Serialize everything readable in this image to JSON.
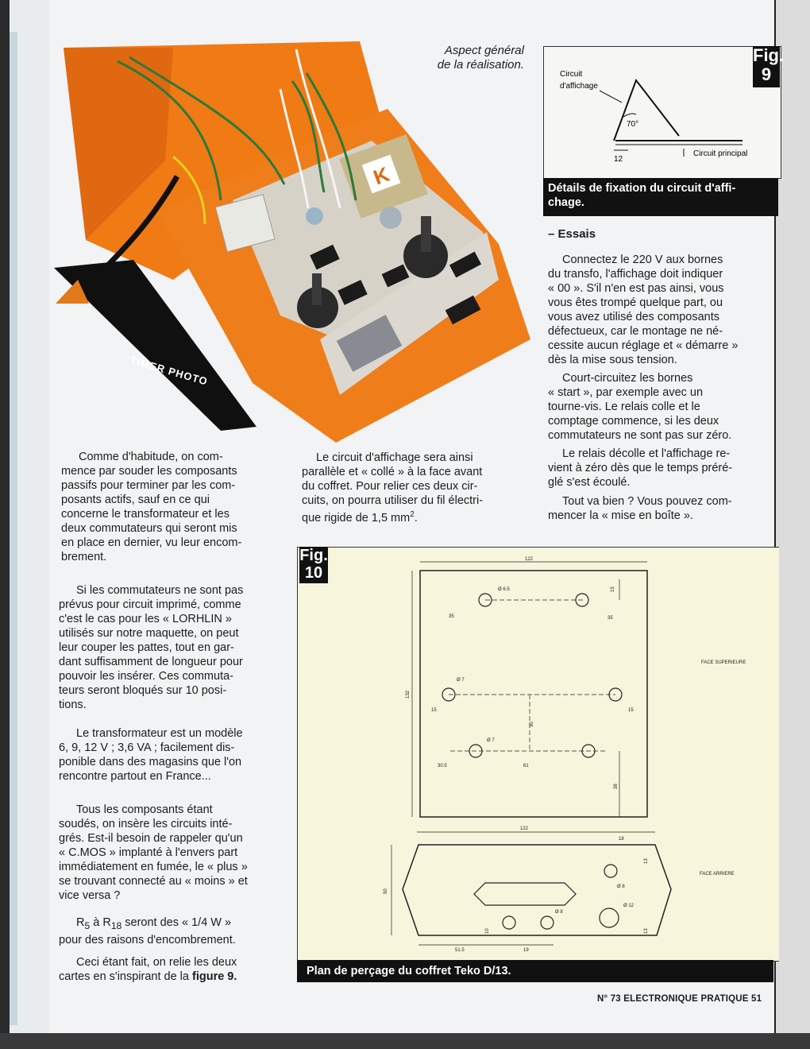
{
  "photo": {
    "caption_line1": "Aspect général",
    "caption_line2": "de la réalisation.",
    "panel_text": "TIMER PHOTO",
    "logo_letter": "K"
  },
  "fig9": {
    "label_fig": "Fig.",
    "label_num": "9",
    "circuit_affichage_1": "Circuit",
    "circuit_affichage_2": "d'affichage",
    "angle": "70°",
    "dim": "12",
    "circuit_principal": "Circuit principal",
    "caption_line1": "Détails de fixation du circuit d'affi-",
    "caption_line2": "chage."
  },
  "left_column": [
    [
      "Comme d'habitude, on com-",
      "mence par souder les composants",
      "passifs pour terminer par les com-",
      "posants actifs, sauf en ce qui",
      "concerne le transformateur et les",
      "deux commutateurs qui seront mis",
      "en place en dernier, vu leur encom-",
      "brement."
    ],
    [
      "Si les commutateurs ne sont pas",
      "prévus pour circuit imprimé, comme",
      "c'est le cas pour les « LORHLIN »",
      "utilisés sur notre maquette, on peut",
      "leur couper les pattes, tout en gar-",
      "dant suffisamment de longueur pour",
      "pouvoir les insérer. Ces commuta-",
      "teurs seront bloqués sur 10 posi-",
      "tions."
    ],
    [
      "Le transformateur est un modèle",
      "6, 9, 12 V ; 3,6 VA ; facilement dis-",
      "ponible dans des magasins que l'on",
      "rencontre partout en France..."
    ],
    [
      "Tous les composants étant",
      "soudés, on insère les circuits inté-",
      "grés. Est-il besoin de rappeler qu'un",
      "« C.MOS » implanté à l'envers part",
      "immédiatement en fumée, le « plus »",
      "se trouvant connecté au « moins » et",
      "vice versa ?"
    ]
  ],
  "resistor_para": {
    "r5": "R",
    "r5_sub": "5",
    "a": " à ",
    "r18": "R",
    "r18_sub": "18",
    "rest": " seront des « 1/4 W »",
    "line2": "pour des raisons d'encombrement."
  },
  "final_para": {
    "line1": "Ceci étant fait, on relie les deux",
    "line2_pre": "cartes en s'inspirant de la ",
    "line2_bold": "figure 9."
  },
  "middle_para": {
    "lines": [
      "Le circuit d'affichage sera ainsi",
      "parallèle et « collé » à la face avant",
      "du coffret. Pour relier ces deux cir-",
      "cuits, on pourra utiliser du fil électri-"
    ],
    "last_pre": "que rigide de 1,5 mm",
    "last_sup": "2",
    "last_post": "."
  },
  "essais": {
    "heading": "–  Essais",
    "paras": [
      [
        "Connectez le 220 V aux bornes",
        "du transfo, l'affichage doit indiquer",
        "« 00 ». S'il n'en est pas ainsi, vous",
        "vous êtes trompé quelque part, ou",
        "vous avez utilisé des composants",
        "défectueux, car le montage ne né-",
        "cessite aucun réglage et « démarre »",
        "dès la mise sous tension."
      ],
      [
        "Court-circuitez les bornes",
        "« start », par exemple avec un",
        "tourne-vis. Le relais colle et le",
        "comptage commence, si les deux",
        "commutateurs ne sont pas sur zéro."
      ],
      [
        "Le relais décolle et l'affichage re-",
        "vient à zéro dès que le temps préré-",
        "glé s'est écoulé."
      ],
      [
        "Tout va bien ? Vous pouvez com-",
        "mencer la « mise en boîte »."
      ]
    ]
  },
  "fig10": {
    "label_fig": "Fig.",
    "label_num": "10",
    "top_dims": {
      "w122": "122",
      "d65": "Ø 6.5",
      "d15a": "15",
      "d35a": "35",
      "d35b": "35",
      "d7a": "Ø 7",
      "d132": "132",
      "d15b": "15",
      "d15c": "15",
      "d30": "30",
      "d7b": "Ø 7",
      "d305": "30.5",
      "d61": "61",
      "d38": "38"
    },
    "face_superieure": "FACE  SUPERIEURE",
    "rear_dims": {
      "w122": "122",
      "d18": "18",
      "d13a": "13",
      "d50": "50",
      "d8a": "Ø 8",
      "d12": "Ø 12",
      "d8b": "Ø 8",
      "d10": "10",
      "d13b": "13",
      "d515": "51.5",
      "d19": "19"
    },
    "face_arriere": "FACE  ARRIERE",
    "caption": "Plan de perçage du coffret Teko D/13."
  },
  "footer": "N° 73 ELECTRONIQUE PRATIQUE 51"
}
